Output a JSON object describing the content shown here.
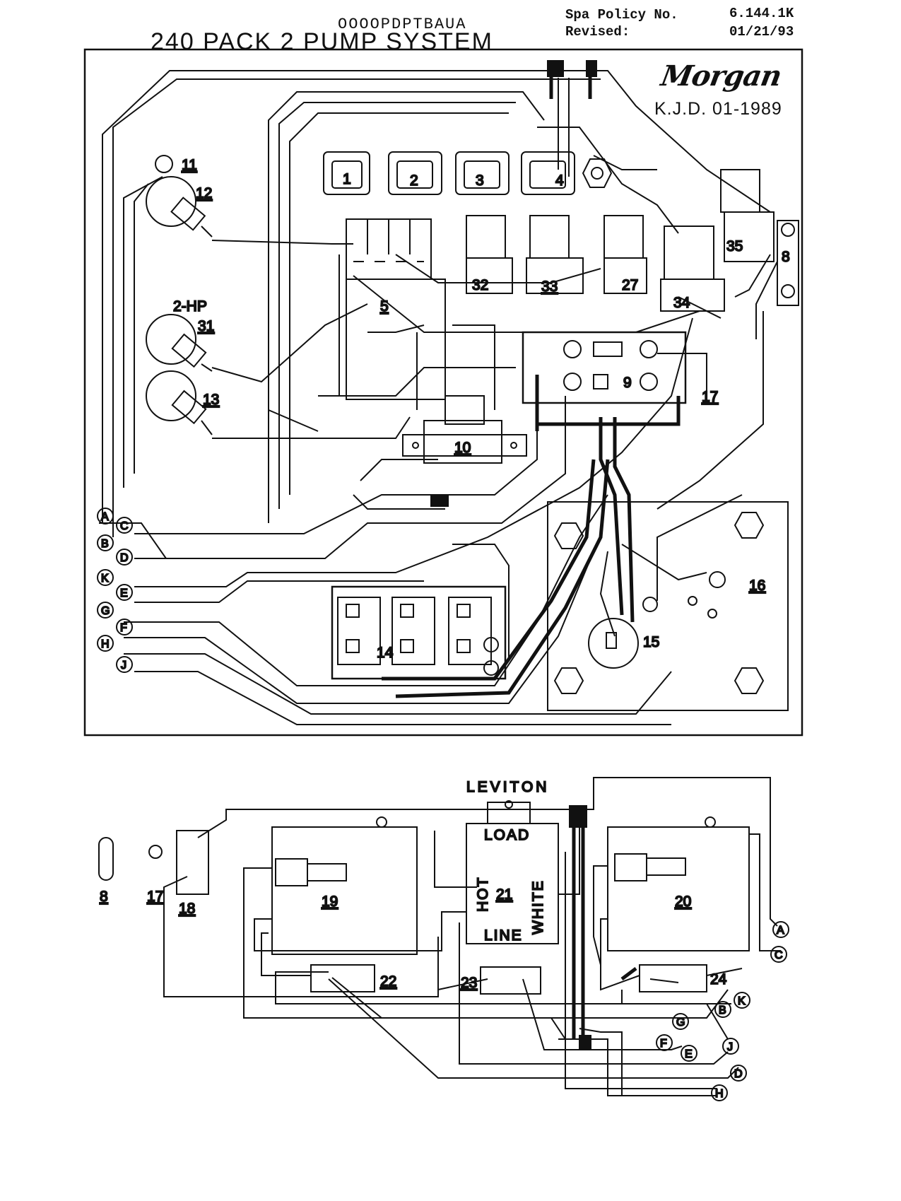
{
  "header": {
    "doc_code": "OOOOPDPTBAUA",
    "title": "240 PACK 2 PUMP SYSTEM",
    "policy_label": "Spa Policy No.",
    "policy_value": "6.144.1K",
    "revised_label": "Revised:",
    "revised_value": "01/21/93",
    "brand": "Morgan",
    "drafter": "K.J.D. 01-1989"
  },
  "components": {
    "c1": "1",
    "c2": "2",
    "c3": "3",
    "c4": "4",
    "c5": "5",
    "c8": "8",
    "c9": "9",
    "c10": "10",
    "c11": "11",
    "c12": "12",
    "c13": "13",
    "c14": "14",
    "c15": "15",
    "c16": "16",
    "c17": "17",
    "c18": "18",
    "c19": "19",
    "c20": "20",
    "c21": "21",
    "c22": "22",
    "c23": "23",
    "c24": "24",
    "c27": "27",
    "c31": "31",
    "c32": "32",
    "c33": "33",
    "c34": "34",
    "c35": "35"
  },
  "labels": {
    "hp": "2-HP",
    "leviton": "LEVITON",
    "load": "LOAD",
    "line": "LINE",
    "hot": "HOT",
    "white": "WHITE"
  },
  "connectors": [
    "A",
    "B",
    "C",
    "D",
    "E",
    "F",
    "G",
    "H",
    "J",
    "K"
  ]
}
